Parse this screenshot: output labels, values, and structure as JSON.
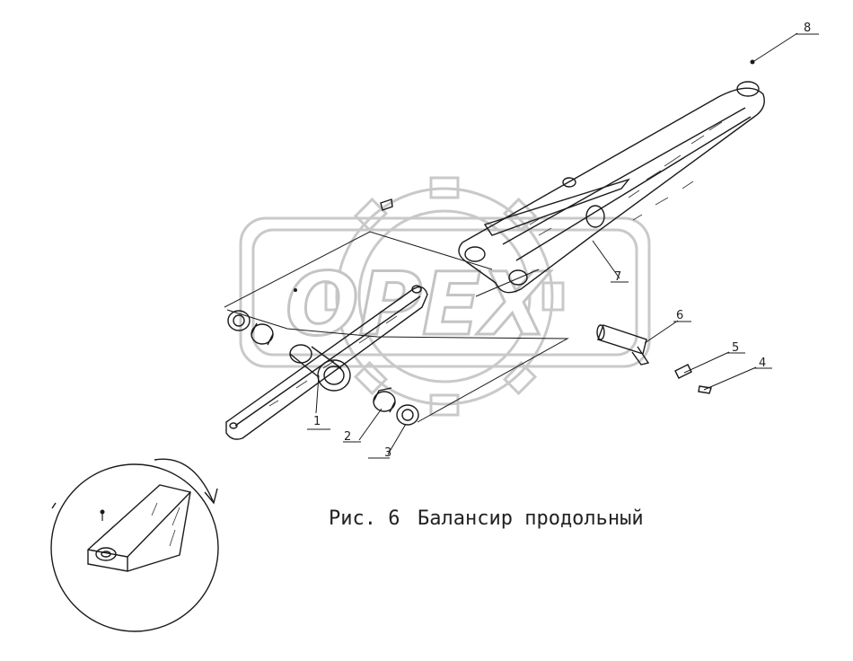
{
  "figure": {
    "caption_number": "Рис. 6",
    "caption_title": "Балансир продольный"
  },
  "watermark": {
    "text": "OPEX"
  },
  "callouts": [
    {
      "id": "c1",
      "number": "1"
    },
    {
      "id": "c2",
      "number": "2"
    },
    {
      "id": "c3",
      "number": "3"
    },
    {
      "id": "c4",
      "number": "4"
    },
    {
      "id": "c5",
      "number": "5"
    },
    {
      "id": "c6",
      "number": "6"
    },
    {
      "id": "c7",
      "number": "7"
    },
    {
      "id": "c8",
      "number": "8"
    }
  ]
}
